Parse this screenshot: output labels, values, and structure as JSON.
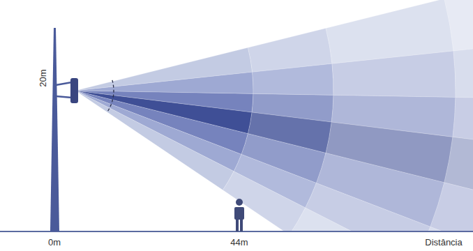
{
  "diagram": {
    "labels": [
      "20m",
      "0m",
      "44m",
      "Distância"
    ]
  }
}
